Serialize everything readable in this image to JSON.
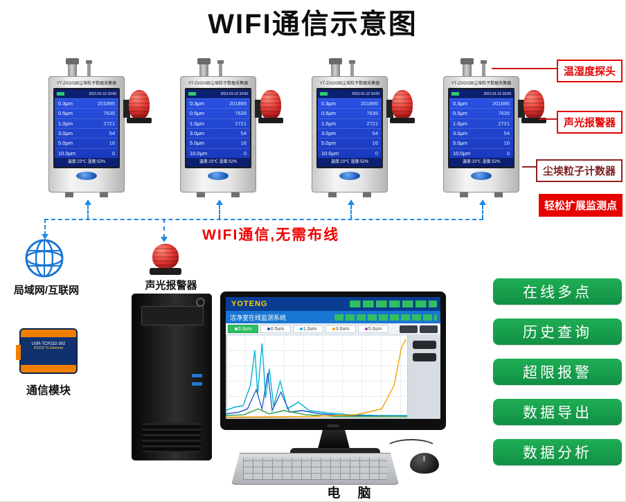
{
  "title": "WIFI通信示意图",
  "wifi_label": "WIFI通信,无需布线",
  "device": {
    "model": "YT-ZXG03B尘埃粒子数据采集器",
    "screen": {
      "time": "2021-01-12 10:00",
      "rows": [
        {
          "label": "0.3μm",
          "value": "201895"
        },
        {
          "label": "0.5μm",
          "value": "7635"
        },
        {
          "label": "1.0μm",
          "value": "2721"
        },
        {
          "label": "3.0μm",
          "value": "54"
        },
        {
          "label": "5.0μm",
          "value": "16"
        },
        {
          "label": "10.0μm",
          "value": "0"
        }
      ],
      "footer": "温度:23℃  湿度:52%"
    }
  },
  "annotations": [
    {
      "label": "温湿度探头"
    },
    {
      "label": "声光报警器"
    },
    {
      "label": "尘埃粒子计数器"
    },
    {
      "label": "轻松扩展监测点"
    }
  ],
  "left_panel": {
    "network_label": "局域网/互联网",
    "module_label": "通信模块",
    "module_line1": "USR-TCP232-302",
    "module_line2": "RS232 To Ethernet"
  },
  "center": {
    "alarm_label": "声光报警器",
    "computer_label": "电 脑"
  },
  "monitor": {
    "brand": "YOTENG",
    "app_title": "洁净室在线监测系统",
    "tabs": [
      "0.3um",
      "0.5um",
      "1.0um",
      "3.0um",
      "5.0um"
    ]
  },
  "features": [
    {
      "label": "在线多点"
    },
    {
      "label": "历史查询"
    },
    {
      "label": "超限报警"
    },
    {
      "label": "数据导出"
    },
    {
      "label": "数据分析"
    }
  ],
  "colors": {
    "accent_red": "#e60000",
    "feature_green": "#149c4e",
    "link_blue": "#1e88e5",
    "screen_blue": "#1a3fd4"
  }
}
